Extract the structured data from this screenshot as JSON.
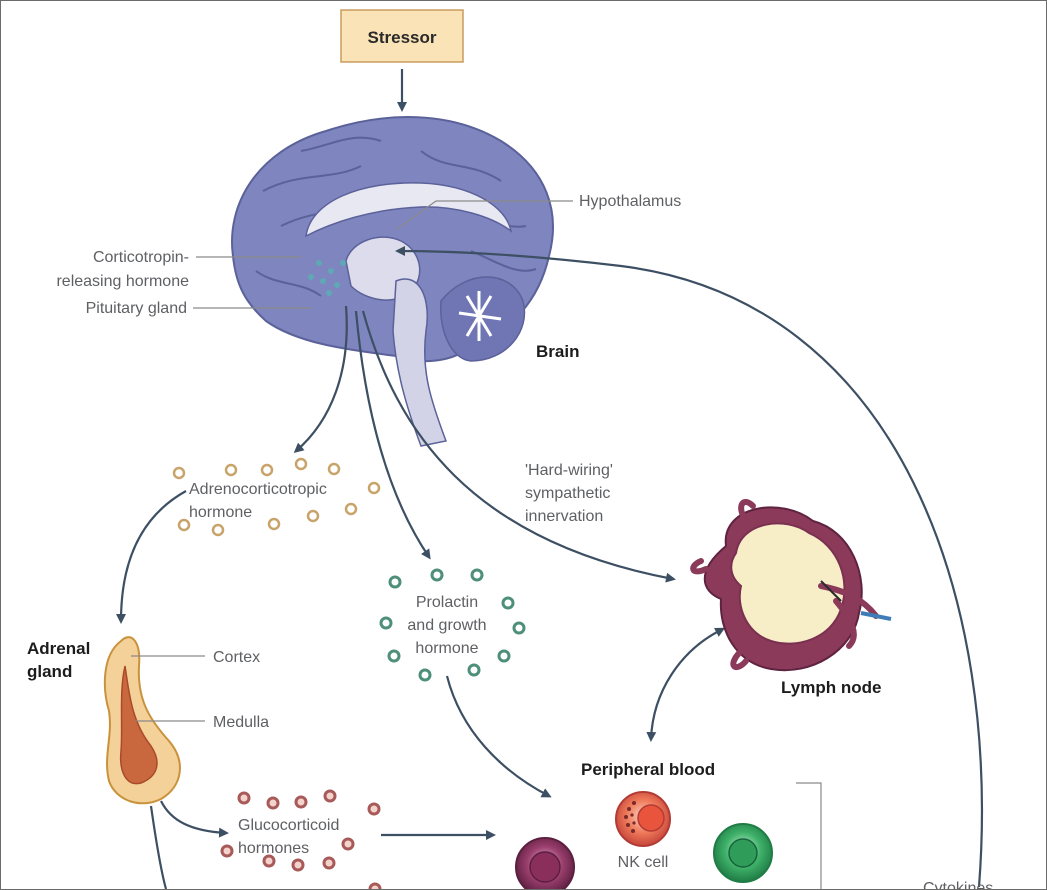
{
  "stressor": "Stressor",
  "labels": {
    "hypothalamus": "Hypothalamus",
    "crh_line1": "Corticotropin-",
    "crh_line2": "releasing hormone",
    "pituitary": "Pituitary gland",
    "brain": "Brain",
    "acth_line1": "Adrenocorticotropic",
    "acth_line2": "hormone",
    "hardwiring_line1": "'Hard-wiring'",
    "hardwiring_line2": "sympathetic",
    "hardwiring_line3": "innervation",
    "lymph_node": "Lymph node",
    "adrenal_line1": "Adrenal",
    "adrenal_line2": "gland",
    "cortex": "Cortex",
    "medulla": "Medulla",
    "prolactin_line1": "Prolactin",
    "prolactin_line2": "and growth",
    "prolactin_line3": "hormone",
    "peripheral_blood": "Peripheral blood",
    "nk_cell": "NK cell",
    "gluco_line1": "Glucocorticoid",
    "gluco_line2": "hormones",
    "cytokines": "Cytokines"
  },
  "colors": {
    "arrow": "#3d4f63",
    "brain": "#7e85bf",
    "stressor_box": "#fbe3b8",
    "acth_dot": "#c8a46a",
    "prolactin_dot": "#4e8f7a",
    "gluco_dot": "#a85a58",
    "lymph_node": "#8c3a5a",
    "adrenal": "#e9b96a"
  }
}
